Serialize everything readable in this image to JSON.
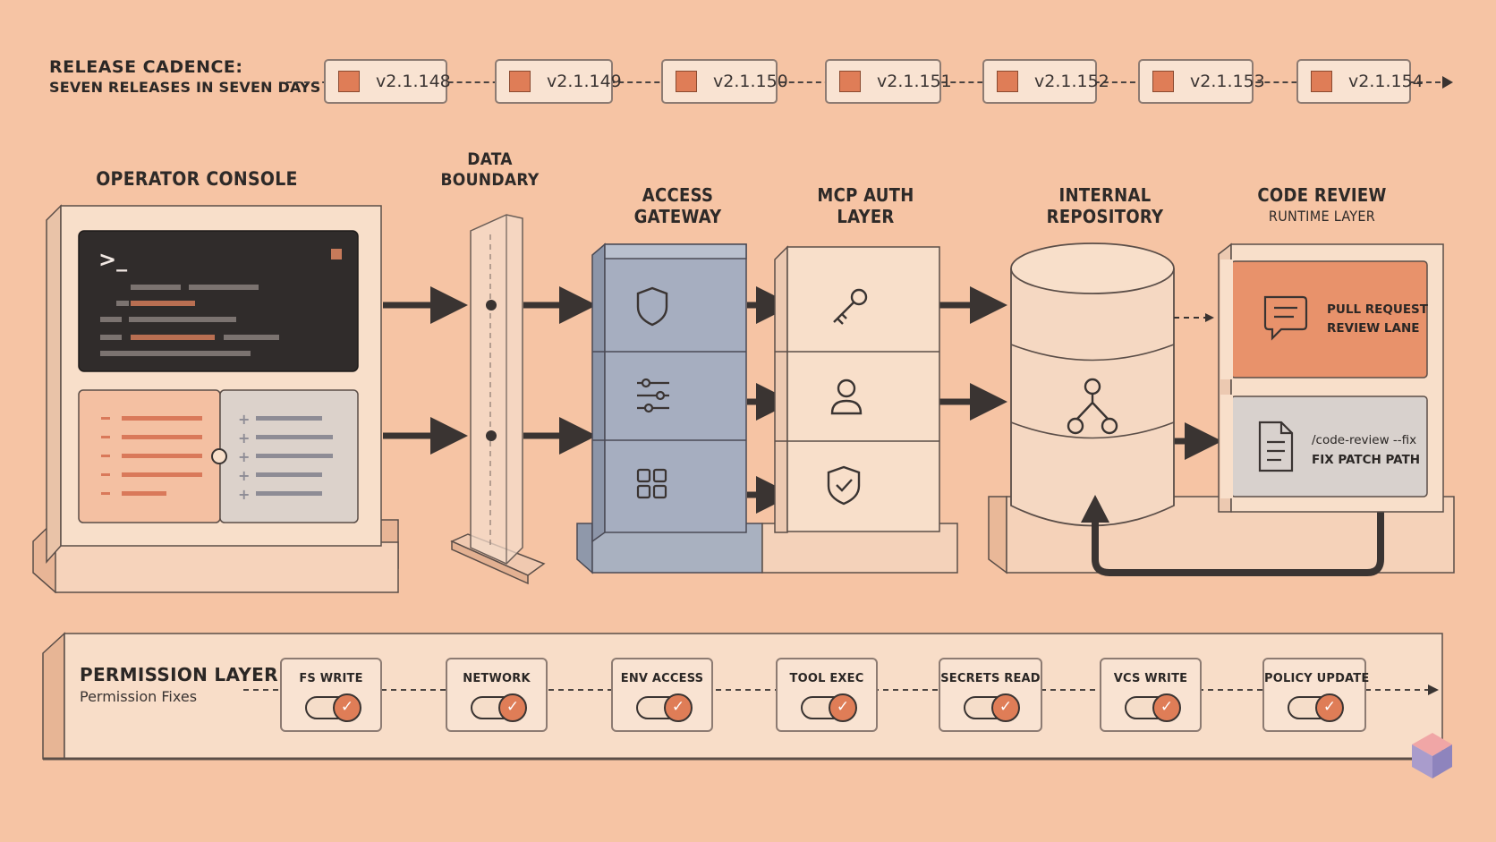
{
  "release": {
    "label_line1": "RELEASE CADENCE:",
    "label_line2": "SEVEN RELEASES IN SEVEN DAYS",
    "versions": [
      "v2.1.148",
      "v2.1.149",
      "v2.1.150",
      "v2.1.151",
      "v2.1.152",
      "v2.1.153",
      "v2.1.154"
    ]
  },
  "console": {
    "title": "OPERATOR CONSOLE",
    "prompt": ">_"
  },
  "boundary": {
    "title_line1": "DATA",
    "title_line2": "BOUNDARY"
  },
  "gateway": {
    "title_line1": "ACCESS",
    "title_line2": "GATEWAY",
    "icons": [
      "shield-icon",
      "sliders-icon",
      "grid-icon"
    ]
  },
  "mcp": {
    "title_line1": "MCP AUTH",
    "title_line2": "LAYER",
    "icons": [
      "key-icon",
      "user-icon",
      "shield-check-icon"
    ]
  },
  "repo": {
    "title_line1": "INTERNAL",
    "title_line2": "REPOSITORY",
    "icon": "branch-icon"
  },
  "code_review": {
    "title": "CODE REVIEW",
    "subtitle": "RUNTIME LAYER",
    "lane1_line1": "PULL REQUEST",
    "lane1_line2": "REVIEW LANE",
    "lane2_line1": "/code-review --fix",
    "lane2_line2": "FIX PATCH PATH"
  },
  "permission": {
    "title": "PERMISSION LAYER",
    "subtitle": "Permission Fixes",
    "toggles": [
      {
        "label": "FS WRITE",
        "on": true
      },
      {
        "label": "NETWORK",
        "on": true
      },
      {
        "label": "ENV ACCESS",
        "on": true
      },
      {
        "label": "TOOL EXEC",
        "on": true
      },
      {
        "label": "SECRETS READ",
        "on": true
      },
      {
        "label": "VCS WRITE",
        "on": true
      },
      {
        "label": "POLICY UPDATE",
        "on": true
      }
    ]
  },
  "colors": {
    "background": "#f6c4a4",
    "accent": "#df7d57",
    "dark": "#3a3432",
    "slate": "#a3acbd"
  }
}
